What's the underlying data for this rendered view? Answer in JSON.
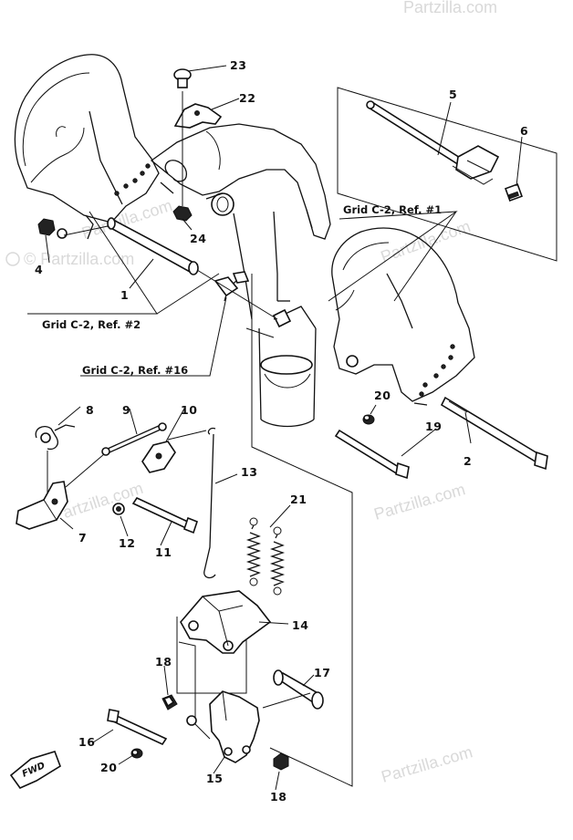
{
  "callouts": {
    "n1": "1",
    "n2": "2",
    "n4": "4",
    "n5": "5",
    "n6": "6",
    "n7": "7",
    "n8": "8",
    "n9": "9",
    "n10": "10",
    "n11": "11",
    "n12": "12",
    "n13": "13",
    "n14": "14",
    "n15": "15",
    "n16": "16",
    "n17": "17",
    "n18a": "18",
    "n18b": "18",
    "n19": "19",
    "n20a": "20",
    "n20b": "20",
    "n21": "21",
    "n22": "22",
    "n23": "23",
    "n24": "24"
  },
  "grid_refs": {
    "r1": "Grid C-2, Ref. #1",
    "r2": "Grid C-2, Ref. #2",
    "r16": "Grid C-2, Ref. #16"
  },
  "fwd_label": "FWD",
  "watermarks": {
    "w1": "© Partzilla.com",
    "w2": "Partzilla.com",
    "w3": "Partzilla.com",
    "w4": "Partzilla.com",
    "w5": "Partzilla.com",
    "w6": "Partzilla.com",
    "w7": "Partzilla.com"
  }
}
